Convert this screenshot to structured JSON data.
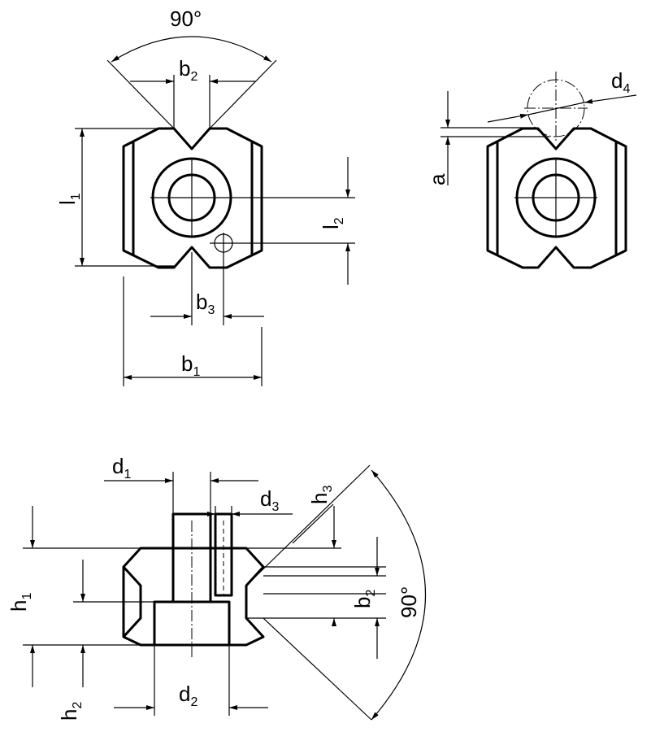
{
  "labels": {
    "angle_top": "90°",
    "b2": {
      "base": "b",
      "sub": "2"
    },
    "l1": {
      "base": "l",
      "sub": "1"
    },
    "l2": {
      "base": "l",
      "sub": "2"
    },
    "b3": {
      "base": "b",
      "sub": "3"
    },
    "b1": {
      "base": "b",
      "sub": "1"
    },
    "d4": {
      "base": "d",
      "sub": "4"
    },
    "a": "a",
    "d1": {
      "base": "d",
      "sub": "1"
    },
    "d3": {
      "base": "d",
      "sub": "3"
    },
    "h3": {
      "base": "h",
      "sub": "3"
    },
    "h1": {
      "base": "h",
      "sub": "1"
    },
    "b2_side": {
      "base": "b",
      "sub": "2"
    },
    "angle_side": "90°",
    "h2": {
      "base": "h",
      "sub": "2"
    },
    "d2": {
      "base": "d",
      "sub": "2"
    }
  }
}
